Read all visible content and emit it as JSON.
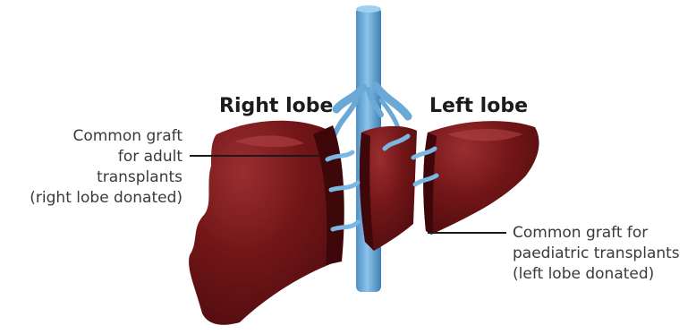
{
  "labels": {
    "right_lobe": "Right lobe",
    "left_lobe": "Left lobe",
    "adult_graft": [
      "Common graft",
      "for adult",
      "transplants",
      "(right lobe donated)"
    ],
    "paediatric_graft": [
      "Common graft for",
      "paediatric transplants",
      "(left lobe donated)"
    ]
  },
  "colors": {
    "liver": "#6e1416",
    "liver_dark": "#4a0b0d",
    "liver_highlight": "#a4383a",
    "vessel": "#6aa9d6",
    "vessel_dark": "#3f82b8",
    "leader_line": "#1a1a1a"
  }
}
